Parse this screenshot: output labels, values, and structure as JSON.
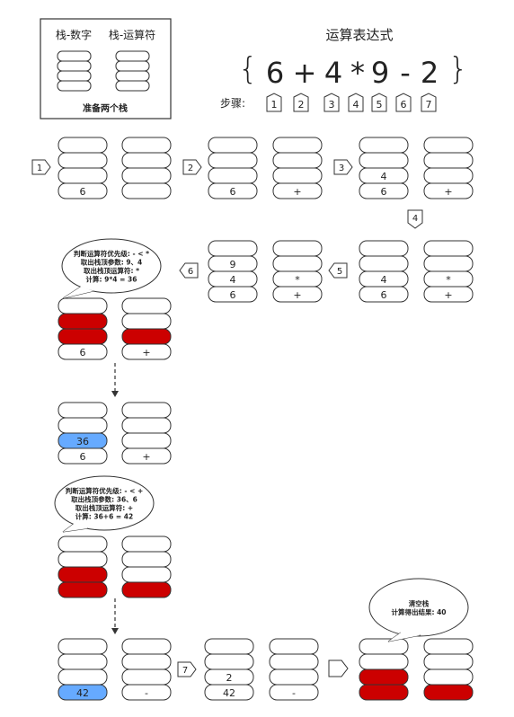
{
  "legend": {
    "number_stack_label": "栈-数字",
    "operator_stack_label": "栈-运算符",
    "caption": "准备两个栈"
  },
  "expression": {
    "title": "运算表达式",
    "open_brace": "{",
    "close_brace": "}",
    "tokens": [
      "6",
      "+",
      "4",
      "*",
      "9",
      "-",
      "2"
    ],
    "steps_label": "步骤:",
    "step_numbers": [
      "1",
      "2",
      "3",
      "4",
      "5",
      "6",
      "7"
    ]
  },
  "stacks": {
    "s1": {
      "nums": [
        "",
        "",
        "",
        "6"
      ],
      "ops": [
        "",
        "",
        "",
        ""
      ]
    },
    "s2": {
      "nums": [
        "",
        "",
        "",
        "6"
      ],
      "ops": [
        "",
        "",
        "",
        "+"
      ]
    },
    "s3": {
      "nums": [
        "",
        "",
        "4",
        "6"
      ],
      "ops": [
        "",
        "",
        "",
        "+"
      ]
    },
    "s5": {
      "nums": [
        "",
        "",
        "4",
        "6"
      ],
      "ops": [
        "",
        "",
        "*",
        "+"
      ]
    },
    "s6": {
      "nums": [
        "",
        "9",
        "4",
        "6"
      ],
      "ops": [
        "",
        "",
        "*",
        "+"
      ]
    },
    "calc1": {
      "nums": [
        "",
        "",
        "",
        "6"
      ],
      "ops": [
        "",
        "",
        "",
        "+"
      ]
    },
    "res1": {
      "nums": [
        "",
        "",
        "36",
        "6"
      ],
      "ops": [
        "",
        "",
        "",
        "+"
      ]
    },
    "calc2": {
      "nums": [
        "",
        "",
        "",
        ""
      ],
      "ops": [
        "",
        "",
        "",
        ""
      ]
    },
    "res2": {
      "nums": [
        "",
        "",
        "",
        "42"
      ],
      "ops": [
        "",
        "",
        "",
        "-"
      ]
    },
    "s7": {
      "nums": [
        "",
        "",
        "2",
        "42"
      ],
      "ops": [
        "",
        "",
        "",
        "-"
      ]
    },
    "final": {
      "nums": [
        "",
        "",
        "",
        ""
      ],
      "ops": [
        "",
        "",
        "",
        ""
      ]
    }
  },
  "callouts": {
    "c1": [
      "判断运算符优先级: - < *",
      "取出栈顶参数: 9、4",
      "取出栈顶运算符: *",
      "计算: 9*4 = 36"
    ],
    "c2": [
      "判断运算符优先级: - < +",
      "取出栈顶参数: 36、6",
      "取出栈顶运算符: +",
      "计算: 36+6 = 42"
    ],
    "c3": [
      "清空栈",
      "计算得出结果: 40"
    ]
  },
  "colors": {
    "pop_red": "#cc0000",
    "result_blue": "#66aaff",
    "outline": "#333333"
  }
}
